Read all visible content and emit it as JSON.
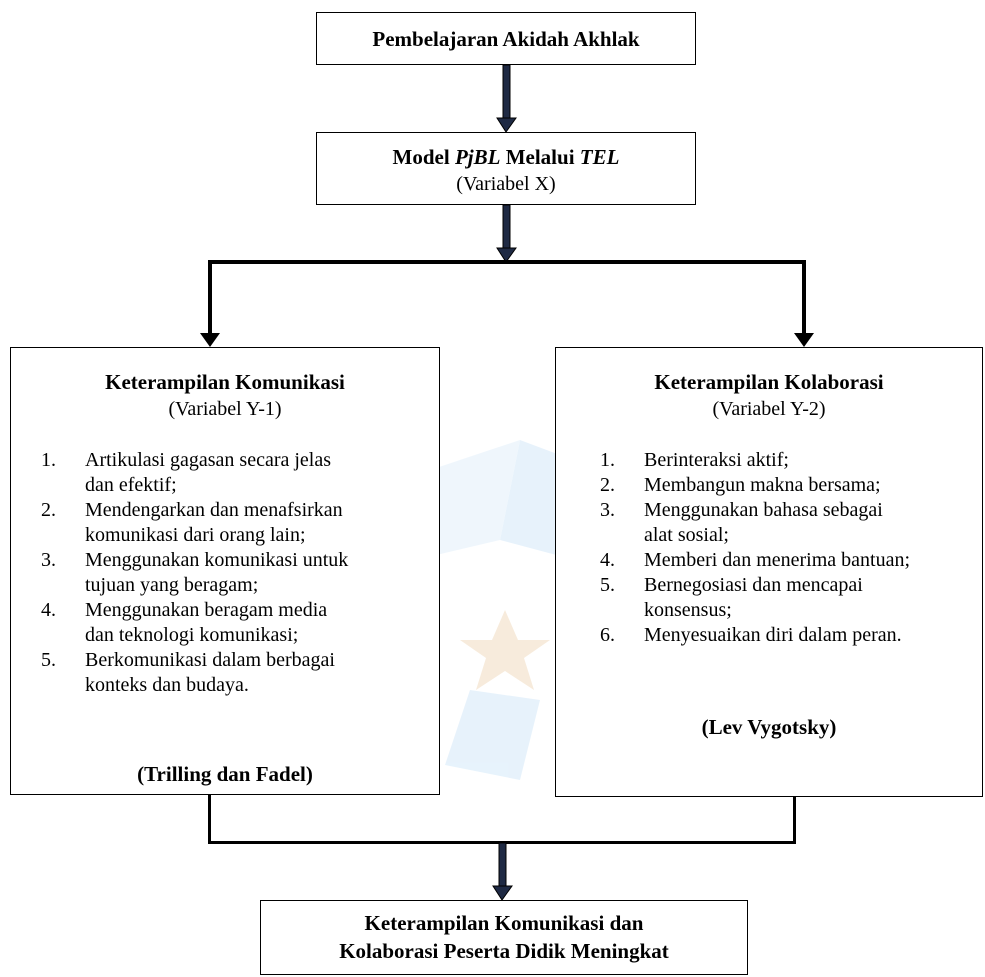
{
  "top_box": {
    "title": "Pembelajaran Akidah Akhlak"
  },
  "model_box": {
    "title_parts": [
      "Model ",
      "PjBL",
      " Melalui ",
      "TEL"
    ],
    "variable": "(Variabel X)"
  },
  "left_box": {
    "title": "Keterampilan Komunikasi",
    "variable": "(Variabel Y-1)",
    "items": [
      {
        "num": "1.",
        "lines": [
          "Artikulasi gagasan secara jelas",
          "dan efektif;"
        ]
      },
      {
        "num": "2.",
        "lines": [
          "Mendengarkan dan menafsirkan",
          "komunikasi dari orang lain;"
        ]
      },
      {
        "num": "3.",
        "lines": [
          "Menggunakan komunikasi untuk",
          "tujuan yang beragam;"
        ]
      },
      {
        "num": "4.",
        "lines": [
          "Menggunakan beragam media",
          "dan teknologi komunikasi;"
        ]
      },
      {
        "num": "5.",
        "lines": [
          "Berkomunikasi dalam berbagai",
          "konteks dan budaya."
        ]
      }
    ],
    "source": "(Trilling dan Fadel)"
  },
  "right_box": {
    "title": "Keterampilan Kolaborasi",
    "variable": "(Variabel Y-2)",
    "items": [
      {
        "num": "1.",
        "lines": [
          "Berinteraksi aktif;"
        ]
      },
      {
        "num": "2.",
        "lines": [
          "Membangun makna bersama;"
        ]
      },
      {
        "num": "3.",
        "lines": [
          "Menggunakan bahasa sebagai",
          "alat sosial;"
        ]
      },
      {
        "num": "4.",
        "lines": [
          "Memberi dan menerima bantuan;"
        ]
      },
      {
        "num": "5.",
        "lines": [
          "Bernegosiasi dan mencapai",
          "konsensus;"
        ]
      },
      {
        "num": "6.",
        "lines": [
          "Menyesuaikan diri dalam peran."
        ]
      }
    ],
    "source": "(Lev Vygotsky)"
  },
  "bottom_box": {
    "lines": [
      "Keterampilan Komunikasi dan",
      "Kolaborasi Peserta Didik Meningkat"
    ]
  },
  "colors": {
    "line": "#000000",
    "arrow_fill": "#1f2a44",
    "watermark_blue": "#cfe6f7",
    "watermark_gold": "#f3dfc0"
  }
}
